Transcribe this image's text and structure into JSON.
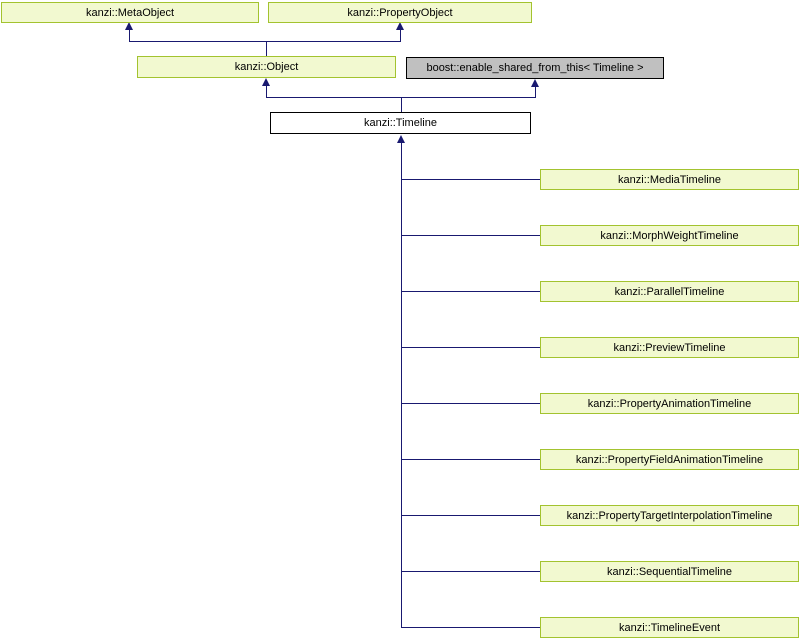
{
  "diagram": {
    "type": "class-inheritance-diagram",
    "root_class": "kanzi::Timeline",
    "colors": {
      "background": "#ffffff",
      "edge": "#191970",
      "green_node_border": "#a3c32f",
      "green_node_fill": "#f2f9d0",
      "gray_node_fill": "#c0c0c0",
      "white_node_fill": "#ffffff",
      "node_text": "#000000"
    },
    "nodes": {
      "meta_object": {
        "label": "kanzi::MetaObject"
      },
      "property_object": {
        "label": "kanzi::PropertyObject"
      },
      "object": {
        "label": "kanzi::Object"
      },
      "enable_shared": {
        "label": "boost::enable_shared_from_this< Timeline >"
      },
      "timeline": {
        "label": "kanzi::Timeline"
      }
    },
    "derived": [
      {
        "label": "kanzi::MediaTimeline"
      },
      {
        "label": "kanzi::MorphWeightTimeline"
      },
      {
        "label": "kanzi::ParallelTimeline"
      },
      {
        "label": "kanzi::PreviewTimeline"
      },
      {
        "label": "kanzi::PropertyAnimationTimeline"
      },
      {
        "label": "kanzi::PropertyFieldAnimationTimeline"
      },
      {
        "label": "kanzi::PropertyTargetInterpolationTimeline"
      },
      {
        "label": "kanzi::SequentialTimeline"
      },
      {
        "label": "kanzi::TimelineEvent"
      }
    ]
  }
}
